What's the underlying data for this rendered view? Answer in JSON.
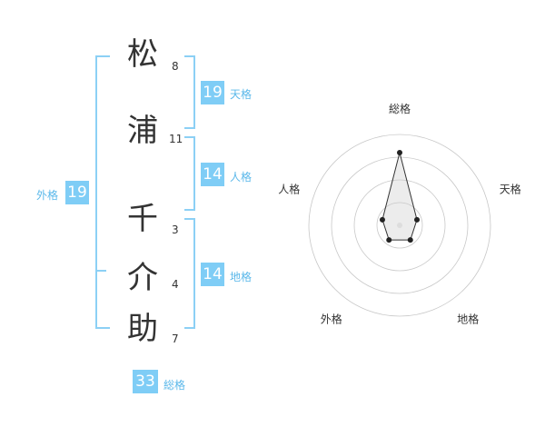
{
  "name": {
    "chars": [
      {
        "char": "松",
        "strokes": "8"
      },
      {
        "char": "浦",
        "strokes": "11"
      },
      {
        "char": "千",
        "strokes": "3"
      },
      {
        "char": "介",
        "strokes": "4"
      },
      {
        "char": "助",
        "strokes": "7"
      }
    ]
  },
  "fortunes": {
    "tenkaku": {
      "value": "19",
      "label": "天格"
    },
    "jinkaku": {
      "value": "14",
      "label": "人格"
    },
    "chikaku": {
      "value": "14",
      "label": "地格"
    },
    "gaikaku": {
      "value": "19",
      "label": "外格"
    },
    "soukaku": {
      "value": "33",
      "label": "総格"
    }
  },
  "colors": {
    "accent": "#7fcdf6",
    "bracket": "#8cd0f5",
    "label": "#5bb8ea"
  },
  "chart_data": {
    "type": "radar",
    "axes": [
      "総格",
      "天格",
      "地格",
      "外格",
      "人格"
    ],
    "values": [
      4,
      1,
      1,
      1,
      1
    ],
    "max": 5,
    "rings": 4,
    "grid": true
  }
}
